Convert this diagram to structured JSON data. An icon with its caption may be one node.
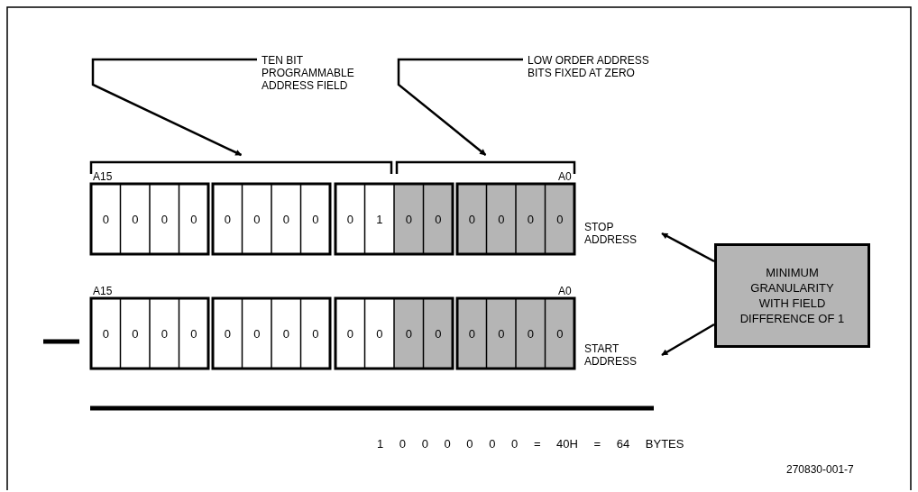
{
  "diagram": {
    "nodes": [
      {
        "text": [
          "TEN BIT PROGRAMMABLE ADDRESS FIELD"
        ]
      },
      {
        "text": [
          "LOW ORDER ADDRESS BITS FIXED AT ZERO"
        ]
      },
      {
        "text": [
          "STOP ADDRESS"
        ]
      },
      {
        "text": [
          "MINIMUM GRANULARITY WITH FIELD DIFFERENCE OF 1"
        ]
      },
      {
        "text": [
          "START ADDRESS"
        ]
      },
      {
        "text": [],
        "shape": "bracket"
      },
      {
        "text": [],
        "shape": "bracket"
      }
    ],
    "edges": [
      {
        "from": 0,
        "to": 5,
        "arrow": "to"
      },
      {
        "from": 1,
        "to": 6,
        "arrow": "to"
      },
      {
        "from": 3,
        "to": 2,
        "arrow": "to"
      },
      {
        "from": 3,
        "to": 4,
        "arrow": "to"
      }
    ],
    "labels": [
      "A15",
      "A0",
      "0",
      "0",
      "0",
      "0",
      "0",
      "0",
      "0",
      "0",
      "0",
      "1",
      "0",
      "0",
      "0",
      "0",
      "0",
      "0",
      "A15",
      "A0",
      "0",
      "0",
      "0",
      "0",
      "0",
      "0",
      "0",
      "0",
      "0",
      "0",
      "0",
      "0",
      "0",
      "0",
      "0",
      "0",
      "1 0 0 0 0 0 0 = 40H = 64 BYTES",
      "270830-001-7"
    ]
  }
}
